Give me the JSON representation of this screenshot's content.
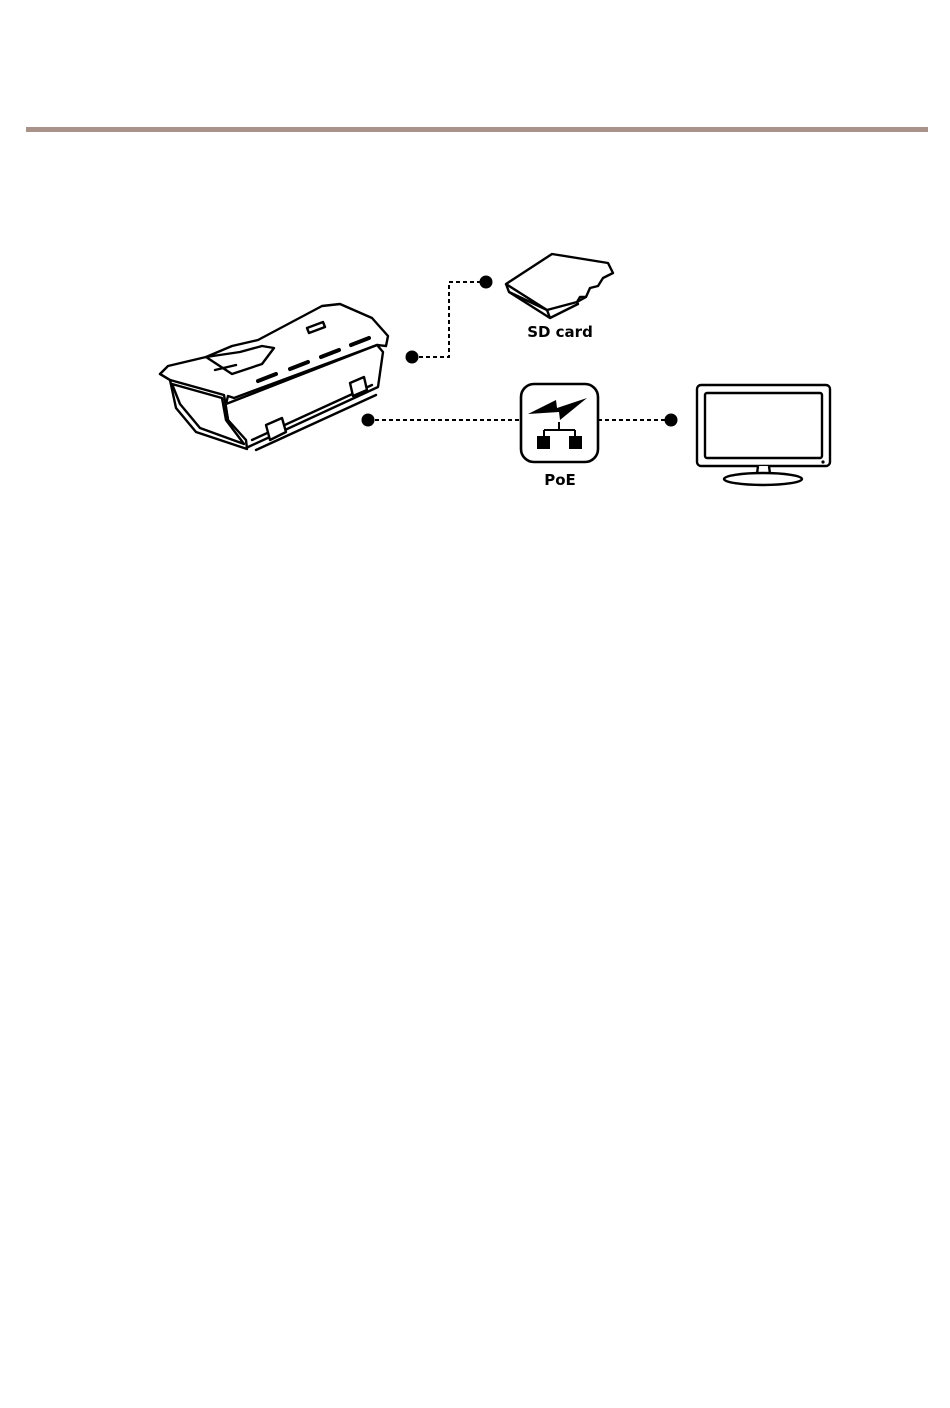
{
  "colors": {
    "rule": "#a89289",
    "line": "#000000",
    "fill": "#ffffff"
  },
  "diagram": {
    "nodes": {
      "camera": {
        "icon": "camera-housing-icon"
      },
      "sd_card": {
        "icon": "sd-card-icon",
        "label": "SD card"
      },
      "poe": {
        "icon": "poe-switch-icon",
        "label": "PoE"
      },
      "monitor": {
        "icon": "monitor-icon"
      }
    },
    "connections": [
      {
        "from": "camera",
        "to": "sd_card",
        "style": "dashed"
      },
      {
        "from": "camera",
        "to": "poe",
        "style": "dashed"
      },
      {
        "from": "poe",
        "to": "monitor",
        "style": "dashed"
      }
    ]
  }
}
